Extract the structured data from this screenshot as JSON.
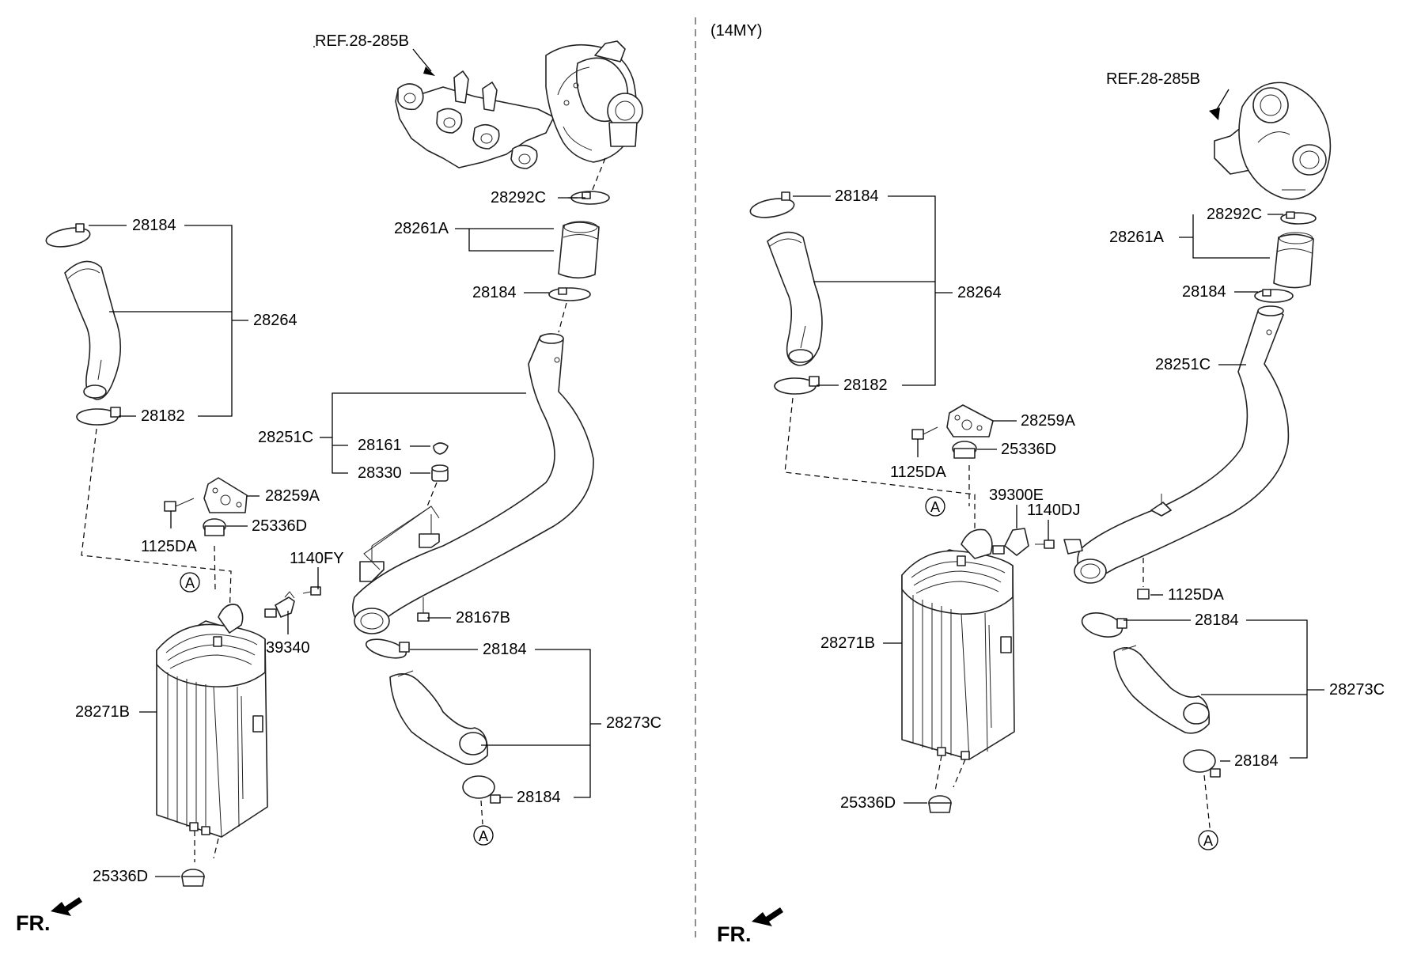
{
  "variant_label": "(14MY)",
  "left": {
    "ref": "REF.28-285B",
    "labels": {
      "p28292C": "28292C",
      "p28261A": "28261A",
      "p28184_turbo": "28184",
      "p28184_hose_top": "28184",
      "p28264": "28264",
      "p28182": "28182",
      "p28251C": "28251C",
      "p28161": "28161",
      "p28330": "28330",
      "p28259A": "28259A",
      "p25336D_top": "25336D",
      "p1125DA": "1125DA",
      "p1140FY": "1140FY",
      "p39340": "39340",
      "p28167B": "28167B",
      "p28184_outlet_top": "28184",
      "p28273C": "28273C",
      "p28184_outlet_bottom": "28184",
      "p28271B": "28271B",
      "p25336D_bottom": "25336D"
    },
    "marker_a": "A",
    "fr": "FR."
  },
  "right": {
    "ref": "REF.28-285B",
    "labels": {
      "p28184_top": "28184",
      "p28264": "28264",
      "p28182": "28182",
      "p28292C": "28292C",
      "p28261A": "28261A",
      "p28184_turbo": "28184",
      "p28251C": "28251C",
      "p28259A": "28259A",
      "p25336D_top": "25336D",
      "p1125DA_top": "1125DA",
      "p39300E": "39300E",
      "p1140DJ": "1140DJ",
      "p1125DA_pipe": "1125DA",
      "p28271B": "28271B",
      "p28184_outlet_top": "28184",
      "p28273C": "28273C",
      "p28184_outlet_bottom": "28184",
      "p25336D_bottom": "25336D"
    },
    "marker_a": "A",
    "fr": "FR."
  }
}
